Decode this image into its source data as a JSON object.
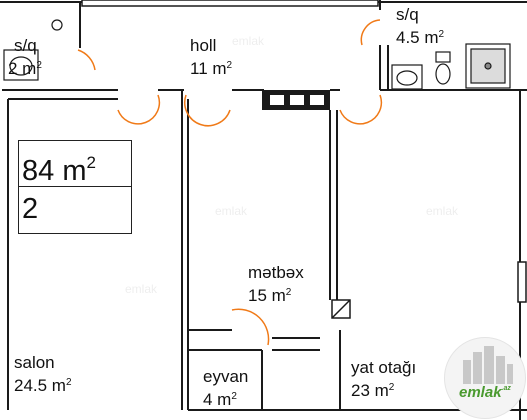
{
  "rooms": {
    "bath_left": {
      "name": "s/q",
      "area": "2 m",
      "sup": "2"
    },
    "hall": {
      "name": "holl",
      "area": "11 m",
      "sup": "2"
    },
    "bath_right": {
      "name": "s/q",
      "area": "4.5 m",
      "sup": "2"
    },
    "kitchen": {
      "name": "mətbəx",
      "area": "15 m",
      "sup": "2"
    },
    "living": {
      "name": "salon",
      "area": "24.5 m",
      "sup": "2"
    },
    "balcony": {
      "name": "eyvan",
      "area": "4 m",
      "sup": "2"
    },
    "bedroom": {
      "name": "yat otağı",
      "area": "23 m",
      "sup": "2"
    }
  },
  "summary": {
    "total_area": "84 m",
    "sup": "2",
    "room_count": "2"
  },
  "logo": {
    "text": "emlak",
    "suffix": ".az"
  },
  "colors": {
    "door": "#f07a18",
    "wall": "#1a1a1a",
    "logo": "#4a9a2f"
  }
}
